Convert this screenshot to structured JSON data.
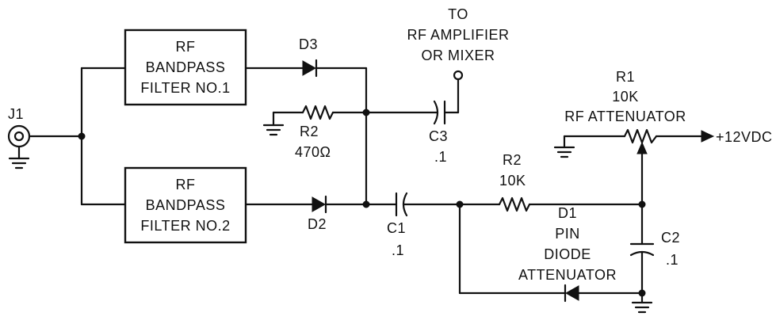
{
  "connector": {
    "label": "J1"
  },
  "filters": [
    {
      "lines": [
        "RF",
        "BANDPASS",
        "FILTER NO.1"
      ]
    },
    {
      "lines": [
        "RF",
        "BANDPASS",
        "FILTER NO.2"
      ]
    }
  ],
  "diodes": {
    "d3": "D3",
    "d2": "D2",
    "d1": {
      "ref": "D1",
      "lines": [
        "PIN",
        "DIODE",
        "ATTENUATOR"
      ]
    }
  },
  "resistors": {
    "r2_bias": {
      "ref": "R2",
      "value": "470Ω"
    },
    "r2_series": {
      "ref": "R2",
      "value": "10K"
    },
    "r1": {
      "ref": "R1",
      "value": "10K",
      "desc": "RF ATTENUATOR"
    }
  },
  "capacitors": {
    "c3": {
      "ref": "C3",
      "value": ".1"
    },
    "c1": {
      "ref": "C1",
      "value": ".1"
    },
    "c2": {
      "ref": "C2",
      "value": ".1"
    }
  },
  "output": {
    "lines": [
      "TO",
      "RF AMPLIFIER",
      "OR MIXER"
    ]
  },
  "supply": {
    "label": "+12VDC"
  }
}
